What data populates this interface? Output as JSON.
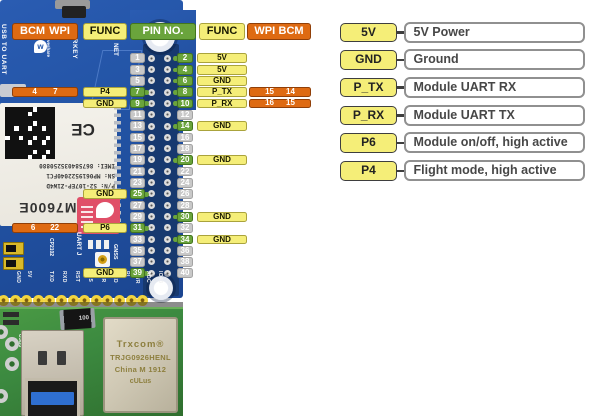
{
  "colors": {
    "orange": "#de6a12",
    "yellow": "#f5ee78",
    "green": "#6aa43c",
    "gray": "#c8c8c8",
    "legend_border": "#3e3e3e",
    "hat_blue": "#2457a8",
    "pi_green": "#3c8a40"
  },
  "pin_table": {
    "headers": {
      "bcm": "BCM",
      "wpi": "WPI",
      "func": "FUNC",
      "pin_no": "PIN NO."
    },
    "rows": [
      {
        "odd": 1,
        "even": 2,
        "odd_hl": false,
        "even_hl": true,
        "right_func": "5V"
      },
      {
        "odd": 3,
        "even": 4,
        "odd_hl": false,
        "even_hl": true,
        "right_func": "5V"
      },
      {
        "odd": 5,
        "even": 6,
        "odd_hl": false,
        "even_hl": true,
        "right_func": "GND"
      },
      {
        "odd": 7,
        "even": 8,
        "odd_hl": true,
        "even_hl": true,
        "left_bcm": "4",
        "left_wpi": "7",
        "left_func": "P4",
        "right_func": "P_TX",
        "right_wpi": "15",
        "right_bcm": "14"
      },
      {
        "odd": 9,
        "even": 10,
        "odd_hl": true,
        "even_hl": true,
        "left_func": "GND",
        "right_func": "P_RX",
        "right_wpi": "16",
        "right_bcm": "15"
      },
      {
        "odd": 11,
        "even": 12,
        "odd_hl": false,
        "even_hl": false
      },
      {
        "odd": 13,
        "even": 14,
        "odd_hl": false,
        "even_hl": true,
        "right_func": "GND"
      },
      {
        "odd": 15,
        "even": 16,
        "odd_hl": false,
        "even_hl": false
      },
      {
        "odd": 17,
        "even": 18,
        "odd_hl": false,
        "even_hl": false
      },
      {
        "odd": 19,
        "even": 20,
        "odd_hl": false,
        "even_hl": true,
        "right_func": "GND"
      },
      {
        "odd": 21,
        "even": 22,
        "odd_hl": false,
        "even_hl": false
      },
      {
        "odd": 23,
        "even": 24,
        "odd_hl": false,
        "even_hl": false
      },
      {
        "odd": 25,
        "even": 26,
        "odd_hl": true,
        "even_hl": false,
        "left_func": "GND"
      },
      {
        "odd": 27,
        "even": 28,
        "odd_hl": false,
        "even_hl": false
      },
      {
        "odd": 29,
        "even": 30,
        "odd_hl": false,
        "even_hl": true,
        "right_func": "GND"
      },
      {
        "odd": 31,
        "even": 32,
        "odd_hl": true,
        "even_hl": false,
        "left_bcm": "6",
        "left_wpi": "22",
        "left_func": "P6"
      },
      {
        "odd": 33,
        "even": 34,
        "odd_hl": false,
        "even_hl": true,
        "right_func": "GND"
      },
      {
        "odd": 35,
        "even": 36,
        "odd_hl": false,
        "even_hl": false
      },
      {
        "odd": 37,
        "even": 38,
        "odd_hl": false,
        "even_hl": false
      },
      {
        "odd": 39,
        "even": 40,
        "odd_hl": true,
        "even_hl": false,
        "left_func": "GND"
      }
    ]
  },
  "legend": {
    "items": [
      {
        "key": "5V",
        "desc": "5V Power"
      },
      {
        "key": "GND",
        "desc": "Ground"
      },
      {
        "key": "P_TX",
        "desc": "Module UART RX"
      },
      {
        "key": "P_RX",
        "desc": "Module UART TX"
      },
      {
        "key": "P6",
        "desc": "Module on/off, high active"
      },
      {
        "key": "P4",
        "desc": "Flight mode, high active"
      }
    ]
  },
  "board": {
    "hat": {
      "usb_to_uart": "USB TO UART",
      "brand": "waveshare",
      "pwrkey": "PWRKEY",
      "net": "NET",
      "uart_jumper": "UART J",
      "cp2102": "CP2102",
      "gnss": "GNSS",
      "usb3": "USB3",
      "edge_labels": [
        "GND",
        "5V",
        "TXD",
        "RXD",
        "RST",
        "CTS",
        "DTR",
        "DCD",
        "RI",
        "PWR",
        "ADC",
        "IO43"
      ]
    },
    "module": {
      "ce": "CE",
      "imei": "IMEI: 867584035250880",
      "sn": "SN: MP0619522040FC1",
      "pn": "P/N: S2-107EP-Z1W4D",
      "name": "SIM7600E"
    },
    "ethernet": {
      "brand": "Trxcom®",
      "model": "TRJG0926HENL",
      "origin": "China M 1912",
      "cert": "cULus"
    },
    "diode": "100"
  }
}
